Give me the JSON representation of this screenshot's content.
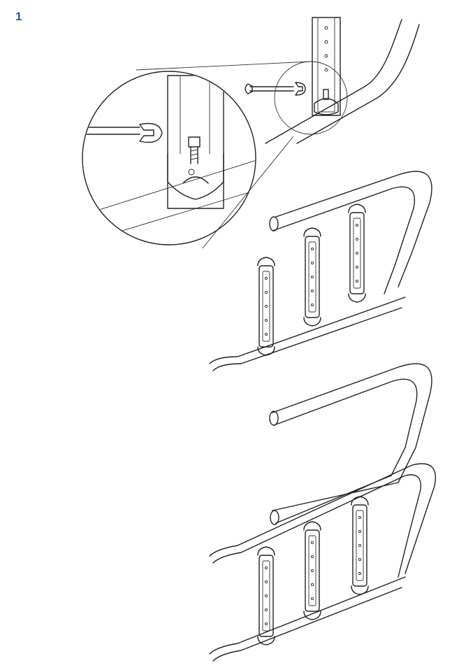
{
  "step": {
    "number": "1"
  },
  "colors": {
    "step_number": "#1f5fa8",
    "line": "#222222",
    "background": "#ffffff"
  },
  "icons": [
    "wrench-icon",
    "bolt-icon",
    "mounting-bracket",
    "ladder-handrail-tube"
  ]
}
